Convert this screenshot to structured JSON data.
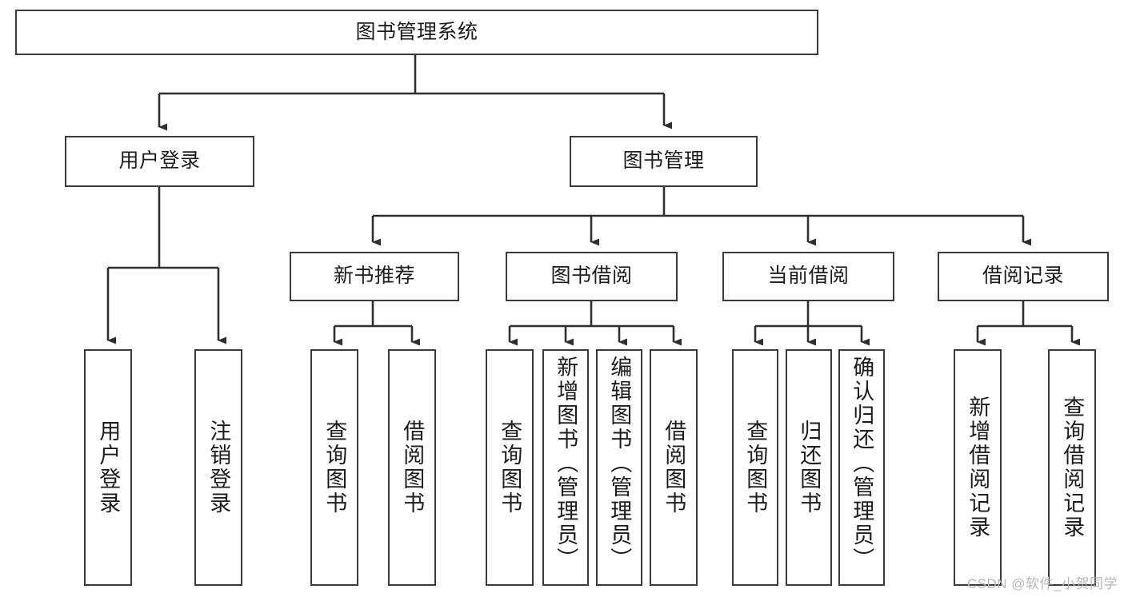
{
  "diagram": {
    "type": "tree-hierarchy-chart",
    "title": "图书管理系统",
    "watermark": "CSDN @软件_小贺同学",
    "colors": {
      "box_border": "#3a3a3a",
      "box_fill": "#ffffff",
      "connector": "#2f2f2f",
      "text": "#1c1c1c",
      "watermark": "#b8b8b8"
    },
    "root": {
      "label": "图书管理系统"
    },
    "level2": [
      {
        "label": "用户登录"
      },
      {
        "label": "图书管理"
      }
    ],
    "level3": [
      {
        "label": "新书推荐"
      },
      {
        "label": "图书借阅"
      },
      {
        "label": "当前借阅"
      },
      {
        "label": "借阅记录"
      }
    ],
    "leaves": {
      "user_login": [
        {
          "label": "用户登录"
        },
        {
          "label": "注销登录"
        }
      ],
      "new_book_recommend": [
        {
          "label": "查询图书"
        },
        {
          "label": "借阅图书"
        }
      ],
      "book_borrow": [
        {
          "label": "查询图书"
        },
        {
          "label": "新增图书（管理员）"
        },
        {
          "label": "编辑图书（管理员）"
        },
        {
          "label": "借阅图书"
        }
      ],
      "current_borrow": [
        {
          "label": "查询图书"
        },
        {
          "label": "归还图书"
        },
        {
          "label": "确认归还（管理员）"
        }
      ],
      "borrow_records": [
        {
          "label": "新增借阅记录"
        },
        {
          "label": "查询借阅记录"
        }
      ]
    }
  }
}
